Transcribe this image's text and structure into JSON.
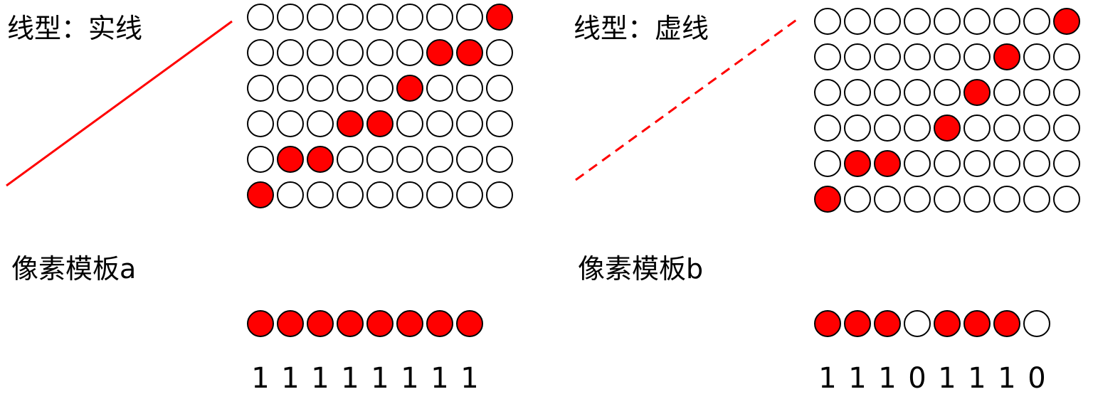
{
  "colors": {
    "accent": "#ff0000",
    "outline": "#000000",
    "background": "#ffffff"
  },
  "panels": [
    {
      "id": "a",
      "title": "线型：实线",
      "line_style": "solid",
      "grid_rows": [
        [
          0,
          0,
          0,
          0,
          0,
          0,
          0,
          0,
          1
        ],
        [
          0,
          0,
          0,
          0,
          0,
          0,
          1,
          1,
          0
        ],
        [
          0,
          0,
          0,
          0,
          0,
          1,
          0,
          0,
          0
        ],
        [
          0,
          0,
          0,
          1,
          1,
          0,
          0,
          0,
          0
        ],
        [
          0,
          1,
          1,
          0,
          0,
          0,
          0,
          0,
          0
        ],
        [
          1,
          0,
          0,
          0,
          0,
          0,
          0,
          0,
          0
        ]
      ],
      "template_label": "像素模板a",
      "template_bits": [
        "1",
        "1",
        "1",
        "1",
        "1",
        "1",
        "1",
        "1"
      ]
    },
    {
      "id": "b",
      "title": "线型：虚线",
      "line_style": "dashed",
      "grid_rows": [
        [
          0,
          0,
          0,
          0,
          0,
          0,
          0,
          0,
          1
        ],
        [
          0,
          0,
          0,
          0,
          0,
          0,
          1,
          0,
          0
        ],
        [
          0,
          0,
          0,
          0,
          0,
          1,
          0,
          0,
          0
        ],
        [
          0,
          0,
          0,
          0,
          1,
          0,
          0,
          0,
          0
        ],
        [
          0,
          1,
          1,
          0,
          0,
          0,
          0,
          0,
          0
        ],
        [
          1,
          0,
          0,
          0,
          0,
          0,
          0,
          0,
          0
        ]
      ],
      "template_label": "像素模板b",
      "template_bits": [
        "1",
        "1",
        "1",
        "0",
        "1",
        "1",
        "1",
        "0"
      ]
    }
  ]
}
